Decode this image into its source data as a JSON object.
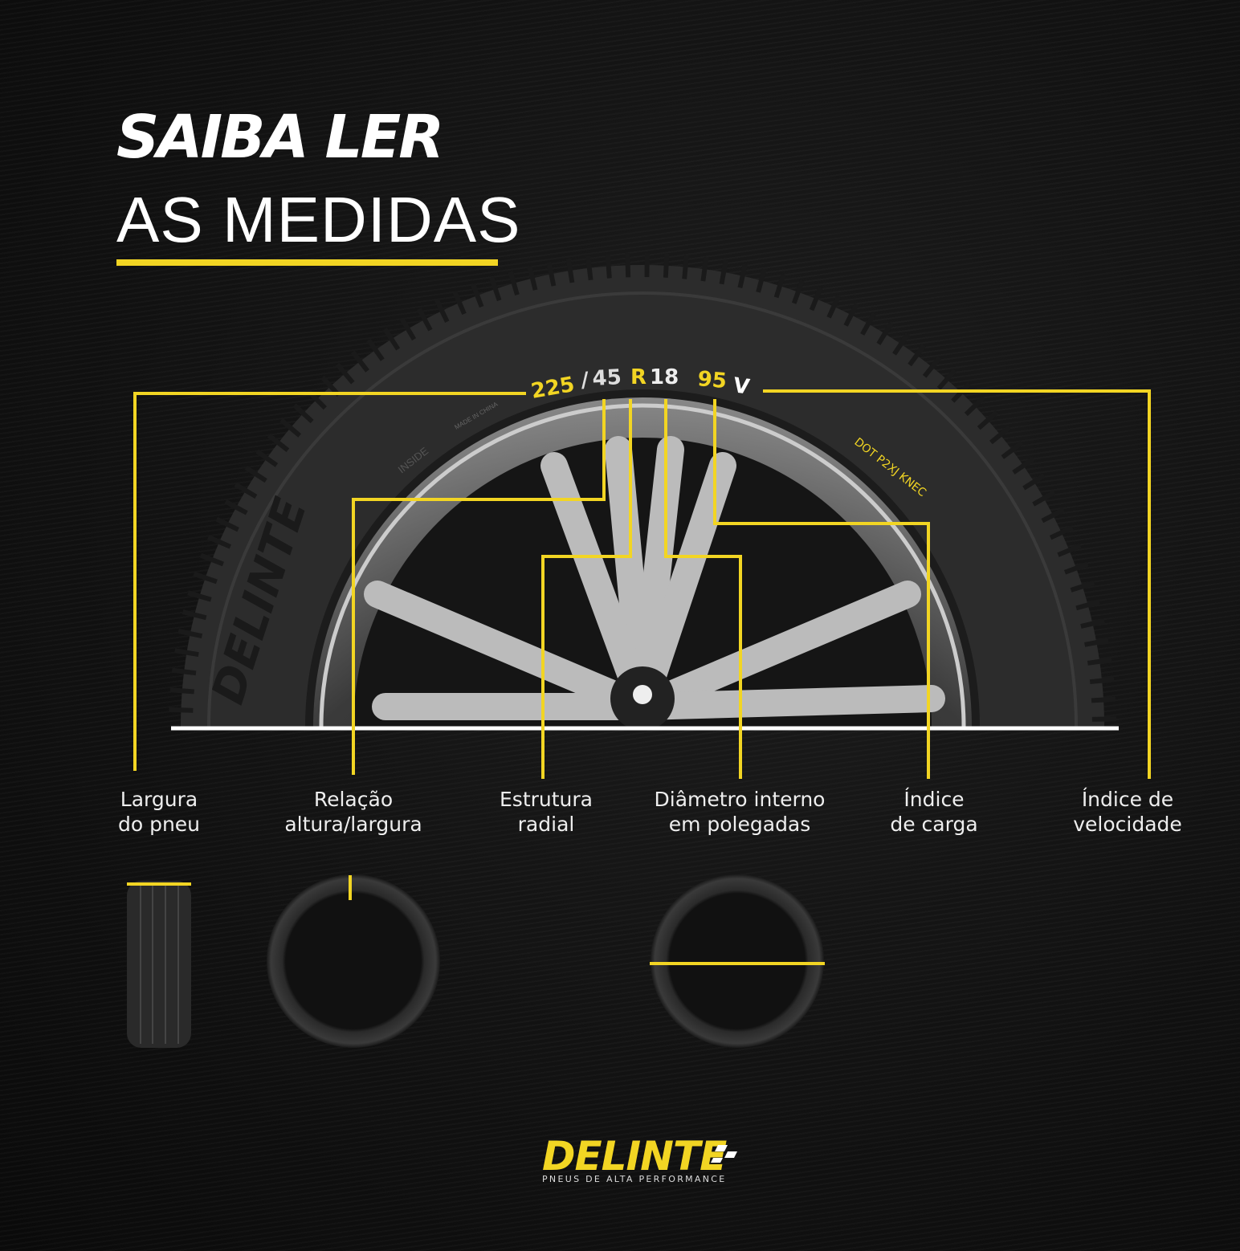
{
  "side_band": {
    "word": "MEDIDAS"
  },
  "title": {
    "line1": "SAIBA LER",
    "line2": "AS MEDIDAS"
  },
  "tire_code": {
    "width": "225",
    "slash": "/",
    "ratio": "45",
    "construction": "R",
    "rim": "18",
    "load": "95",
    "speed": "V",
    "dot": "DOT  P2XJ  KNEC",
    "brand_sidewall": "DELINTE",
    "inside": "INSIDE",
    "made_in": "MADE IN CHINA"
  },
  "labels": [
    {
      "line1": "Largura",
      "line2": "do pneu"
    },
    {
      "line1": "Relação",
      "line2": "altura/largura"
    },
    {
      "line1": "Estrutura",
      "line2": "radial"
    },
    {
      "line1": "Diâmetro interno",
      "line2": "em polegadas"
    },
    {
      "line1": "Índice",
      "line2": "de carga"
    },
    {
      "line1": "Índice de",
      "line2": "velocidade"
    }
  ],
  "logo": {
    "brand": "DELINTE",
    "tagline": "PNEUS DE ALTA PERFORMANCE"
  },
  "colors": {
    "accent": "#f2d523",
    "background": "#111111",
    "text": "#ffffff"
  }
}
